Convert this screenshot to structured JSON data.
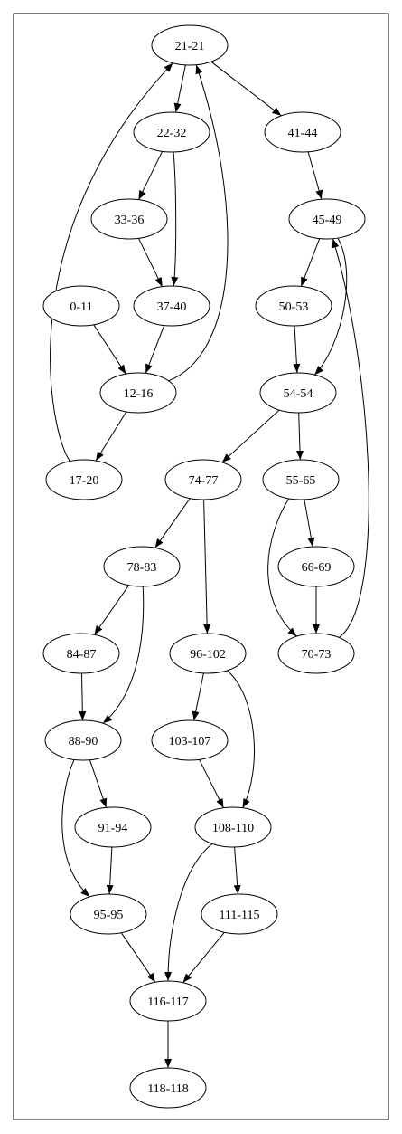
{
  "graph": {
    "nodes": [
      {
        "id": "n21_21",
        "label": "21-21"
      },
      {
        "id": "n22_32",
        "label": "22-32"
      },
      {
        "id": "n41_44",
        "label": "41-44"
      },
      {
        "id": "n33_36",
        "label": "33-36"
      },
      {
        "id": "n45_49",
        "label": "45-49"
      },
      {
        "id": "n0_11",
        "label": "0-11"
      },
      {
        "id": "n37_40",
        "label": "37-40"
      },
      {
        "id": "n50_53",
        "label": "50-53"
      },
      {
        "id": "n12_16",
        "label": "12-16"
      },
      {
        "id": "n54_54",
        "label": "54-54"
      },
      {
        "id": "n17_20",
        "label": "17-20"
      },
      {
        "id": "n74_77",
        "label": "74-77"
      },
      {
        "id": "n55_65",
        "label": "55-65"
      },
      {
        "id": "n78_83",
        "label": "78-83"
      },
      {
        "id": "n66_69",
        "label": "66-69"
      },
      {
        "id": "n84_87",
        "label": "84-87"
      },
      {
        "id": "n96_102",
        "label": "96-102"
      },
      {
        "id": "n70_73",
        "label": "70-73"
      },
      {
        "id": "n88_90",
        "label": "88-90"
      },
      {
        "id": "n103_107",
        "label": "103-107"
      },
      {
        "id": "n91_94",
        "label": "91-94"
      },
      {
        "id": "n108_110",
        "label": "108-110"
      },
      {
        "id": "n95_95",
        "label": "95-95"
      },
      {
        "id": "n111_115",
        "label": "111-115"
      },
      {
        "id": "n116_117",
        "label": "116-117"
      },
      {
        "id": "n118_118",
        "label": "118-118"
      }
    ],
    "edges": [
      {
        "from": "21-21",
        "to": "22-32"
      },
      {
        "from": "21-21",
        "to": "41-44"
      },
      {
        "from": "22-32",
        "to": "33-36"
      },
      {
        "from": "22-32",
        "to": "37-40"
      },
      {
        "from": "33-36",
        "to": "37-40"
      },
      {
        "from": "0-11",
        "to": "12-16"
      },
      {
        "from": "37-40",
        "to": "12-16"
      },
      {
        "from": "12-16",
        "to": "21-21"
      },
      {
        "from": "12-16",
        "to": "17-20"
      },
      {
        "from": "17-20",
        "to": "21-21"
      },
      {
        "from": "41-44",
        "to": "45-49"
      },
      {
        "from": "45-49",
        "to": "50-53"
      },
      {
        "from": "45-49",
        "to": "54-54"
      },
      {
        "from": "50-53",
        "to": "54-54"
      },
      {
        "from": "54-54",
        "to": "74-77"
      },
      {
        "from": "54-54",
        "to": "55-65"
      },
      {
        "from": "55-65",
        "to": "66-69"
      },
      {
        "from": "55-65",
        "to": "70-73"
      },
      {
        "from": "66-69",
        "to": "70-73"
      },
      {
        "from": "70-73",
        "to": "45-49"
      },
      {
        "from": "74-77",
        "to": "78-83"
      },
      {
        "from": "74-77",
        "to": "96-102"
      },
      {
        "from": "78-83",
        "to": "84-87"
      },
      {
        "from": "78-83",
        "to": "88-90"
      },
      {
        "from": "84-87",
        "to": "88-90"
      },
      {
        "from": "88-90",
        "to": "91-94"
      },
      {
        "from": "88-90",
        "to": "95-95"
      },
      {
        "from": "91-94",
        "to": "95-95"
      },
      {
        "from": "96-102",
        "to": "103-107"
      },
      {
        "from": "96-102",
        "to": "108-110"
      },
      {
        "from": "103-107",
        "to": "108-110"
      },
      {
        "from": "108-110",
        "to": "111-115"
      },
      {
        "from": "108-110",
        "to": "116-117"
      },
      {
        "from": "95-95",
        "to": "116-117"
      },
      {
        "from": "111-115",
        "to": "116-117"
      },
      {
        "from": "116-117",
        "to": "118-118"
      }
    ]
  }
}
